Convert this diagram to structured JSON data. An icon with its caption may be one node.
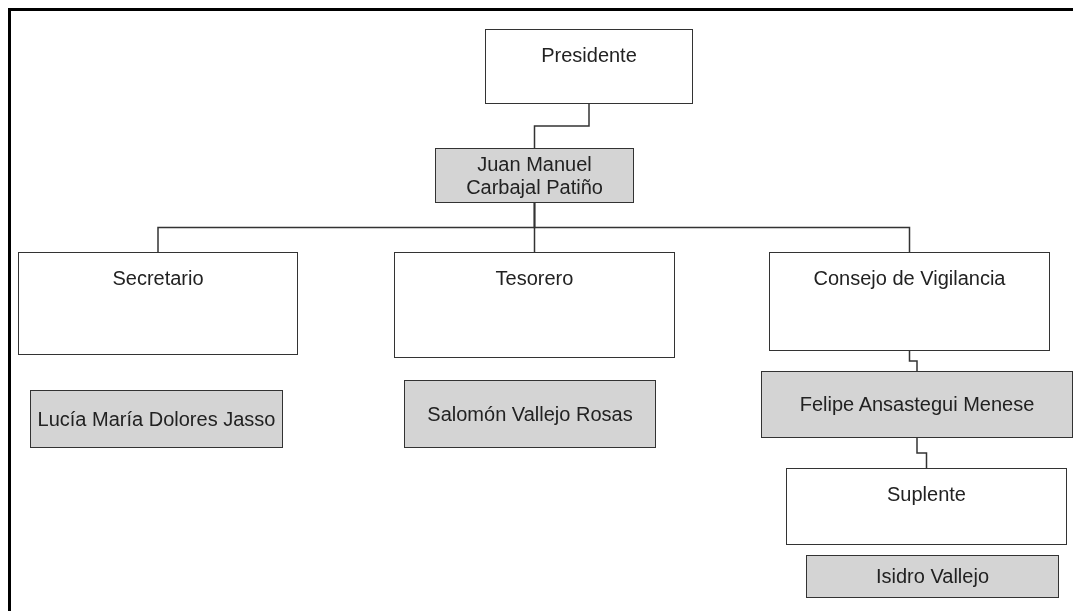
{
  "diagram": {
    "nodes": [
      {
        "text": [
          "Presidente"
        ]
      },
      {
        "text": [
          "Juan Manuel Carbajal Patiño"
        ]
      },
      {
        "text": [
          "Secretario"
        ]
      },
      {
        "text": [
          "Tesorero"
        ]
      },
      {
        "text": [
          "Consejo de Vigilancia"
        ]
      },
      {
        "text": [
          "Lucía María Dolores Jasso"
        ]
      },
      {
        "text": [
          "Salomón Vallejo Rosas"
        ]
      },
      {
        "text": [
          "Felipe Ansastegui Menese"
        ]
      },
      {
        "text": [
          "Suplente"
        ]
      },
      {
        "text": [
          "Isidro Vallejo"
        ]
      }
    ],
    "edges": [
      {
        "from": 0,
        "to": 1,
        "arrow": "none"
      },
      {
        "from": 1,
        "to": 2,
        "arrow": "none"
      },
      {
        "from": 1,
        "to": 3,
        "arrow": "none"
      },
      {
        "from": 1,
        "to": 4,
        "arrow": "none"
      },
      {
        "from": 4,
        "to": 7,
        "arrow": "none"
      },
      {
        "from": 7,
        "to": 8,
        "arrow": "none"
      }
    ]
  }
}
